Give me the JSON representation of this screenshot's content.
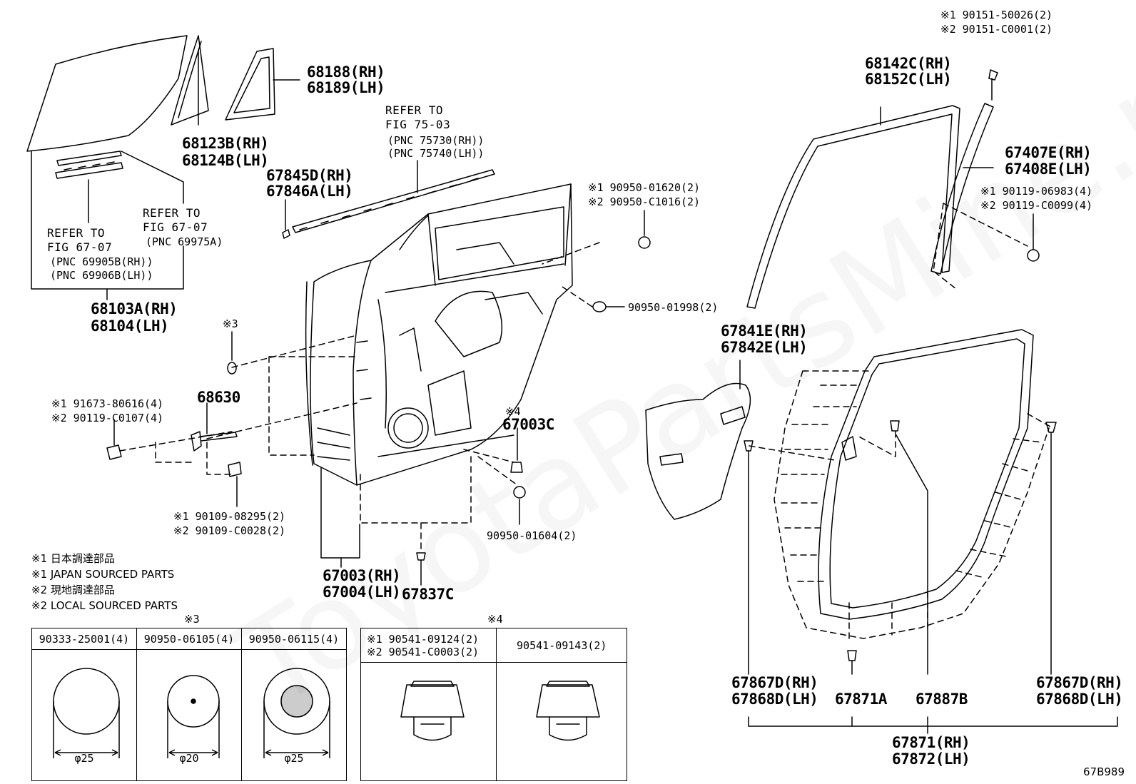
{
  "labels": {
    "p68188": "68188(RH)",
    "p68189": "68189(LH)",
    "p68123b": "68123B(RH)",
    "p68124b": "68124B(LH)",
    "ref7503_1": "REFER TO",
    "ref7503_2": "FIG 75-03",
    "ref7503_3": "(PNC 75730(RH))",
    "ref7503_4": "(PNC 75740(LH))",
    "p67845d": "67845D(RH)",
    "p67846a": "67846A(LH)",
    "ref6707a_1": "REFER TO",
    "ref6707a_2": "FIG 67-07",
    "ref6707a_3": "(PNC 69975A)",
    "ref6707b_1": "REFER TO",
    "ref6707b_2": "FIG 67-07",
    "ref6707b_3": "(PNC 69905B(RH))",
    "ref6707b_4": "(PNC 69906B(LH))",
    "p68103a": "68103A(RH)",
    "p68104": "68104(LH)",
    "b90950_01620": "※1 90950-01620(2)",
    "b90950_c1016": "※2 90950-C1016(2)",
    "b90950_01998": "90950-01998(2)",
    "b90151_50026": "※1 90151-50026(2)",
    "b90151_c0001": "※2 90151-C0001(2)",
    "p68142c": "68142C(RH)",
    "p68152c": "68152C(LH)",
    "p67407e": "67407E(RH)",
    "p67408e": "67408E(LH)",
    "b90119_06983": "※1 90119-06983(4)",
    "b90119_c0099": "※2 90119-C0099(4)",
    "mark3": "※3",
    "p67841e": "67841E(RH)",
    "p67842e": "67842E(LH)",
    "b91673": "※1 91673-80616(4)",
    "b90119_c0107": "※2 90119-C0107(4)",
    "p68630": "68630",
    "mark4": "※4",
    "p67003c": "67003C",
    "b90109_08295": "※1 90109-08295(2)",
    "b90109_c0028": "※2 90109-C0028(2)",
    "b90950_01604": "90950-01604(2)",
    "p67003": "67003(RH)",
    "p67004": "67004(LH)",
    "p67837c": "67837C",
    "p67867d_l": "67867D(RH)",
    "p67868d_l": "67868D(LH)",
    "p67871a": "67871A",
    "p67887b": "67887B",
    "p67867d_r": "67867D(RH)",
    "p67868d_r": "67868D(LH)",
    "p67871": "67871(RH)",
    "p67872": "67872(LH)",
    "table3_title": "※3",
    "table4_title": "※4",
    "fig_code": "67B989"
  },
  "notes": [
    "※1 日本調達部品",
    "※1 JAPAN SOURCED PARTS",
    "※2 現地調達部品",
    "※2 LOCAL SOURCED PARTS"
  ],
  "table3": [
    {
      "part": "90333-25001(4)",
      "dim": "φ25"
    },
    {
      "part": "90950-06105(4)",
      "dim": "φ20"
    },
    {
      "part": "90950-06115(4)",
      "dim": "φ25"
    }
  ],
  "table4": [
    {
      "part_line1": "※1 90541-09124(2)",
      "part_line2": "※2 90541-C0003(2)"
    },
    {
      "part_line1": "90541-09143(2)",
      "part_line2": ""
    }
  ],
  "watermark": "ToyotaPartsMine.ru"
}
